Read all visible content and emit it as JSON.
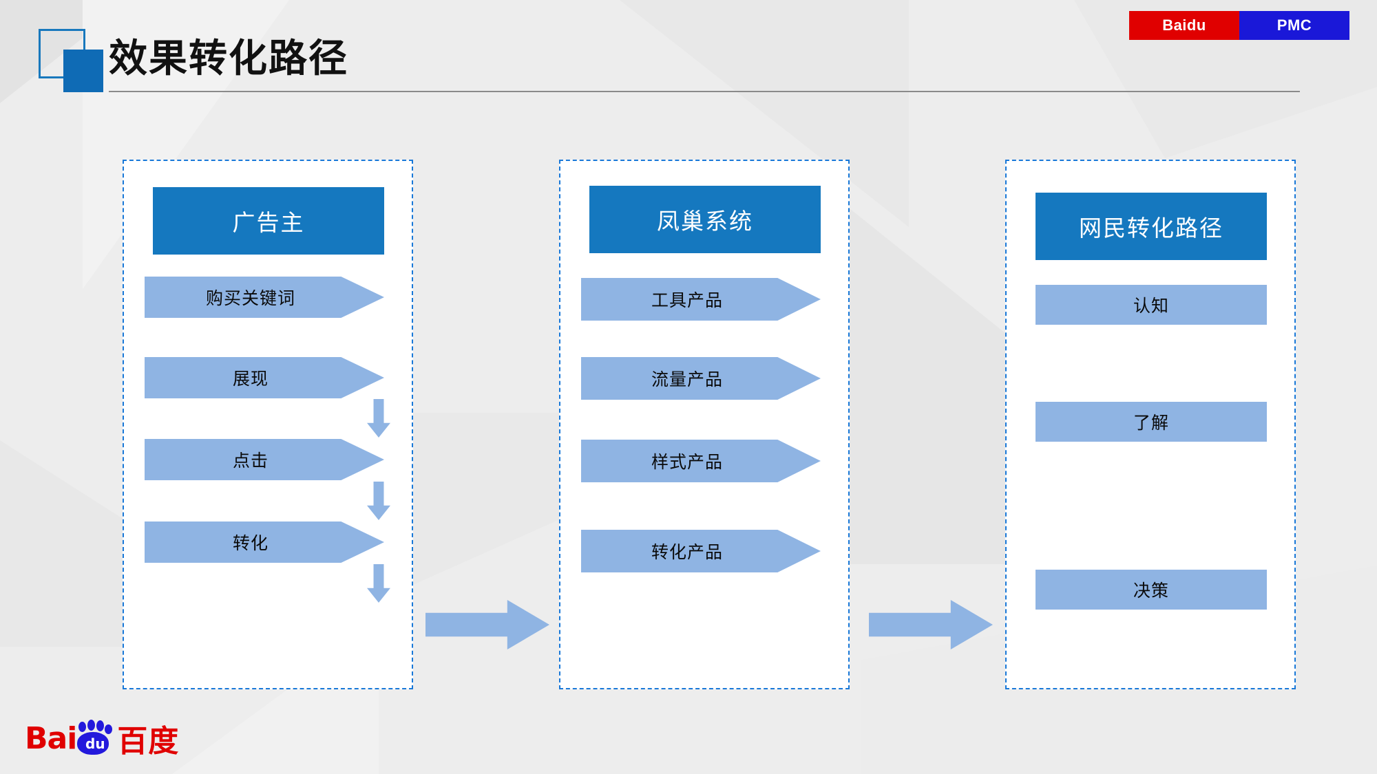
{
  "slide": {
    "title": "效果转化路径"
  },
  "badges": {
    "baidu_label": "Baidu",
    "pmc_label": "PMC",
    "baidu_color": "#e00000",
    "pmc_color": "#1a18d8"
  },
  "theme": {
    "header_blue": "#1578bf",
    "step_blue": "#8fb4e3",
    "panel_border": "#1878d8",
    "background": "#ededed",
    "title_accent": "#0f6bb5"
  },
  "columns": [
    {
      "header": "广告主",
      "shape": "chevron",
      "connectors": "down-arrows",
      "steps": [
        {
          "label": "购买关键词"
        },
        {
          "label": "展现"
        },
        {
          "label": "点击"
        },
        {
          "label": "转化"
        }
      ]
    },
    {
      "header": "凤巢系统",
      "shape": "chevron",
      "connectors": "none",
      "steps": [
        {
          "label": "工具产品"
        },
        {
          "label": "流量产品"
        },
        {
          "label": "样式产品"
        },
        {
          "label": "转化产品"
        }
      ]
    },
    {
      "header": "网民转化路径",
      "shape": "rectangle",
      "connectors": "none",
      "steps": [
        {
          "label": "认知"
        },
        {
          "label": "了解"
        },
        {
          "label": "决策"
        }
      ]
    }
  ],
  "footer": {
    "logo_latin": "Bai",
    "logo_paw_text": "du",
    "logo_chinese": "百度"
  }
}
